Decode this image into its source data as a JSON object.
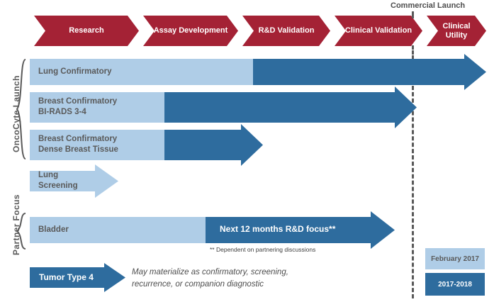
{
  "colors": {
    "phase_red": "#A42235",
    "light_blue": "#AFCDE7",
    "dark_blue": "#2E6C9E",
    "label_gray": "#5A5A5A",
    "dash_gray": "#595959",
    "white": "#FFFFFF"
  },
  "phases": [
    {
      "label": "Research"
    },
    {
      "label": "Assay\nDevelopment"
    },
    {
      "label": "R&D\nValidation"
    },
    {
      "label": "Clinical\nValidation"
    },
    {
      "label": "Clinical\nUtility"
    }
  ],
  "milestone": {
    "label": "Commercial Launch"
  },
  "groups": [
    {
      "name": "OncoCyte Launch"
    },
    {
      "name": "Partner Focus"
    }
  ],
  "rows": [
    {
      "label": "Lung Confirmatory",
      "label_color": "gray",
      "shape": "bar-arrow"
    },
    {
      "label": "Breast Confirmatory\nBI-RADS 3-4",
      "label_color": "gray",
      "shape": "bar-arrow"
    },
    {
      "label": "Breast Confirmatory\nDense Breast Tissue",
      "label_color": "gray",
      "shape": "bar-arrow"
    },
    {
      "label": "Lung\nScreening",
      "label_color": "gray",
      "shape": "arrow-light"
    },
    {
      "label": "Bladder",
      "label_color": "gray",
      "shape": "bar-arrow",
      "overlay_label": "Next 12 months R&D focus**"
    },
    {
      "label": "Tumor Type 4",
      "label_color": "white",
      "shape": "arrow-dark"
    }
  ],
  "footnote": "** Dependent on partnering discussions",
  "note": "May materialize as confirmatory, screening,\nrecurrence,  or companion  diagnostic",
  "legend": [
    {
      "label": "February 2017",
      "style": "light"
    },
    {
      "label": "2017-2018",
      "style": "dark"
    }
  ]
}
